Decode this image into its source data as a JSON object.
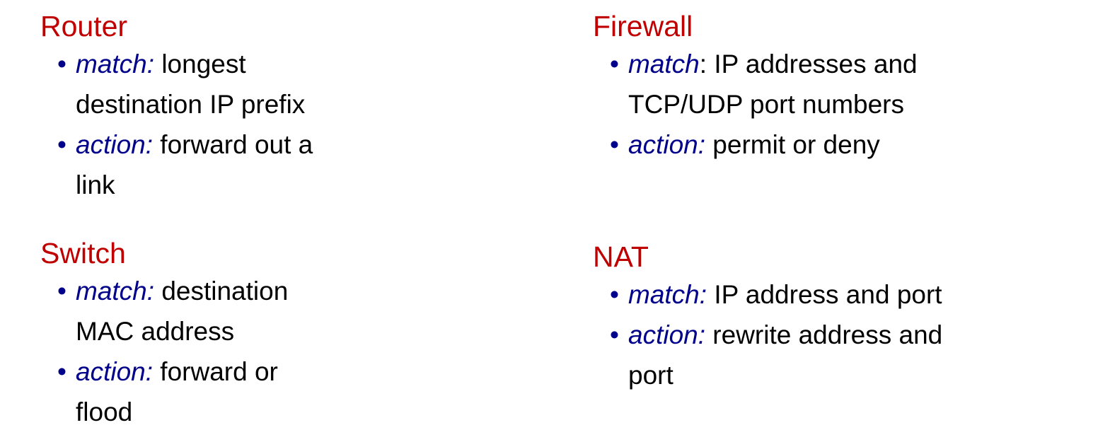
{
  "slide": {
    "background_color": "#FFFFFF",
    "heading_color": "#C00000",
    "term_color": "#00008B",
    "body_color": "#000000",
    "bullet_glyph": "•"
  },
  "columns": {
    "left": {
      "sections": [
        {
          "heading": "Router",
          "bullets": [
            {
              "term": "match:",
              "desc": " longest destination IP prefix"
            },
            {
              "term": "action:",
              "desc": " forward out a link"
            }
          ]
        },
        {
          "heading": "Switch",
          "bullets": [
            {
              "term": "match:",
              "desc": " destination MAC address"
            },
            {
              "term": "action:",
              "desc": " forward or flood"
            }
          ]
        }
      ]
    },
    "right": {
      "sections": [
        {
          "heading": "Firewall",
          "bullets": [
            {
              "term": "match",
              "desc": ": IP addresses and TCP/UDP port numbers"
            },
            {
              "term": "action:",
              "desc": " permit or deny"
            }
          ]
        },
        {
          "heading": "NAT",
          "bullets": [
            {
              "term": "match:",
              "desc": " IP address and port"
            },
            {
              "term": "action:",
              "desc": " rewrite address and port"
            }
          ]
        }
      ]
    }
  }
}
